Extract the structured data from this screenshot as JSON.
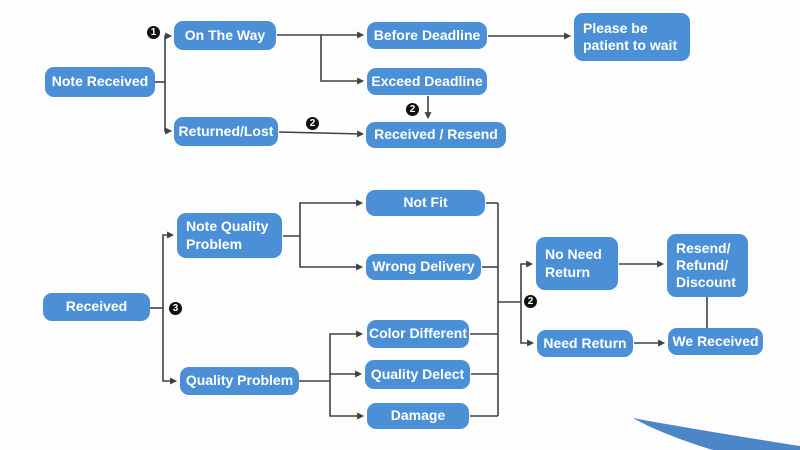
{
  "colors": {
    "bg": "#fdfdfd",
    "box_fill": "#4b90d6",
    "node_text": "#ffffff",
    "line": "#414141",
    "badge_bg": "#101010",
    "swoosh": "#4c86c8"
  },
  "flowchart": {
    "type": "flowchart",
    "nodes": {
      "note_received": {
        "label": "Note Received"
      },
      "on_the_way": {
        "label": "On The Way"
      },
      "returned_lost": {
        "label": "Returned/Lost"
      },
      "before_deadline": {
        "label": "Before Deadline"
      },
      "exceed_deadline": {
        "label": "Exceed Deadline"
      },
      "please_wait": {
        "label": "Please be patient to wait"
      },
      "received_resend": {
        "label": "Received / Resend"
      },
      "received": {
        "label": "Received"
      },
      "note_quality_problem": {
        "label": "Note Quality Problem"
      },
      "quality_problem": {
        "label": "Quality Problem"
      },
      "not_fit": {
        "label": "Not Fit"
      },
      "wrong_delivery": {
        "label": "Wrong Delivery"
      },
      "color_different": {
        "label": "Color Different"
      },
      "quality_delect": {
        "label": "Quality Delect"
      },
      "damage": {
        "label": "Damage"
      },
      "no_need_return": {
        "label": "No Need Return"
      },
      "need_return": {
        "label": "Need Return"
      },
      "resend_refund_discount": {
        "label": "Resend/ Refund/ Discount"
      },
      "we_received": {
        "label": "We Received"
      }
    },
    "badges": [
      {
        "label": "1"
      },
      {
        "label": "2"
      },
      {
        "label": "2"
      },
      {
        "label": "3"
      },
      {
        "label": "2"
      }
    ]
  }
}
